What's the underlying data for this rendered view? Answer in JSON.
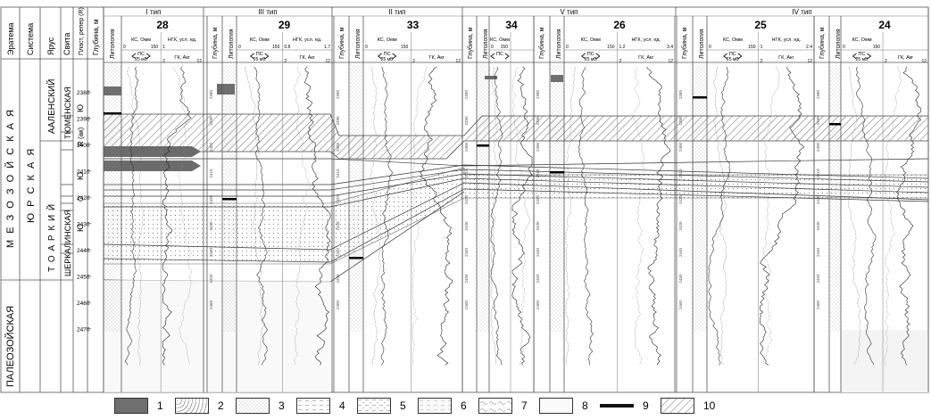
{
  "header": {
    "columns": [
      "Эратема",
      "Система",
      "Ярус",
      "Свита",
      "Пласт, репер (R)",
      "Глубина, м"
    ],
    "groups": [
      "I тип",
      "III тип",
      "II тип",
      "V тип",
      "IV тип"
    ],
    "depth_label": "Глубина, м",
    "litho_label": "Литология"
  },
  "strat": {
    "era_upper": "М Е З О З О Й С К А Я",
    "era_lower": "ПАЛЕОЗОЙСКАЯ",
    "system": "Ю Р С К А Я",
    "stage_aalen": "ААЛЕНСКИЙ",
    "stage_toar": "Т О А Р К И Й",
    "suite_tyumen": "ТЮМЕНСКАЯ",
    "suite_sherk": "ШЕРКАЛИНСКАЯ",
    "layers": [
      "Ю",
      "R (ак)",
      "Ю",
      "Ю",
      "Ю"
    ],
    "layer_o": "О"
  },
  "depths": [
    "2380",
    "2390",
    "2400",
    "2410",
    "2420",
    "2430",
    "2440",
    "2450",
    "2460",
    "2470"
  ],
  "wells": [
    {
      "id": "28",
      "ks": "КС, Омм",
      "ngk": "НГК, усл. ед.",
      "ps": "ПС",
      "mv": "25 мВ",
      "gk": "ГК, Акг",
      "ks_scale": [
        "0",
        "150"
      ],
      "ngk_scale": [
        "1",
        ""
      ],
      "gk_scale": [
        "2",
        "12"
      ]
    },
    {
      "id": "29",
      "ks": "КС, Омм",
      "ngk": "НГК, усл. ед.",
      "ps": "ПС",
      "mv": "25 мВ",
      "gk": "ГК, Акг",
      "ks_scale": [
        "0",
        "150"
      ],
      "ngk_scale": [
        "0.8",
        "1.7"
      ],
      "gk_scale": [
        "2",
        "12"
      ]
    },
    {
      "id": "33",
      "ks": "КС, Омм",
      "ngk": "",
      "ps": "ПС",
      "mv": "25 мВ",
      "gk": "ГК, Акг",
      "ks_scale": [
        "0",
        "150"
      ],
      "ngk_scale": [
        "",
        ""
      ],
      "gk_scale": [
        "2",
        "12"
      ]
    },
    {
      "id": "34",
      "ks": "КС, Омм",
      "ngk": "",
      "ps": "ПС",
      "mv": "",
      "gk": "",
      "ks_scale": [
        "0",
        "150"
      ],
      "ngk_scale": [
        "",
        ""
      ],
      "gk_scale": [
        "",
        ""
      ]
    },
    {
      "id": "26",
      "ks": "КС, Омм",
      "ngk": "НГК, усл. ед.",
      "ps": "ПС",
      "mv": "25 мВ",
      "gk": "ГК, Акг",
      "ks_scale": [
        "0",
        "150"
      ],
      "ngk_scale": [
        "1.2",
        "3.4"
      ],
      "gk_scale": [
        "2",
        "12"
      ]
    },
    {
      "id": "25",
      "ks": "КС, Омм",
      "ngk": "НГК, усл. ед.",
      "ps": "ПС",
      "mv": "25 мВ",
      "gk": "ГК, Акг",
      "ks_scale": [
        "0",
        "150"
      ],
      "ngk_scale": [
        "1",
        "2.4"
      ],
      "gk_scale": [
        "2",
        "12"
      ]
    },
    {
      "id": "24",
      "ks": "КС, Омм",
      "ngk": "",
      "ps": "ПС",
      "mv": "25 мВ",
      "gk": "ГК, Акг",
      "ks_scale": [
        "0",
        "150"
      ],
      "ngk_scale": [
        "",
        ""
      ],
      "gk_scale": [
        "2",
        "12"
      ]
    }
  ],
  "legend": [
    "1",
    "2",
    "3",
    "4",
    "5",
    "6",
    "7",
    "8",
    "9",
    "10"
  ]
}
